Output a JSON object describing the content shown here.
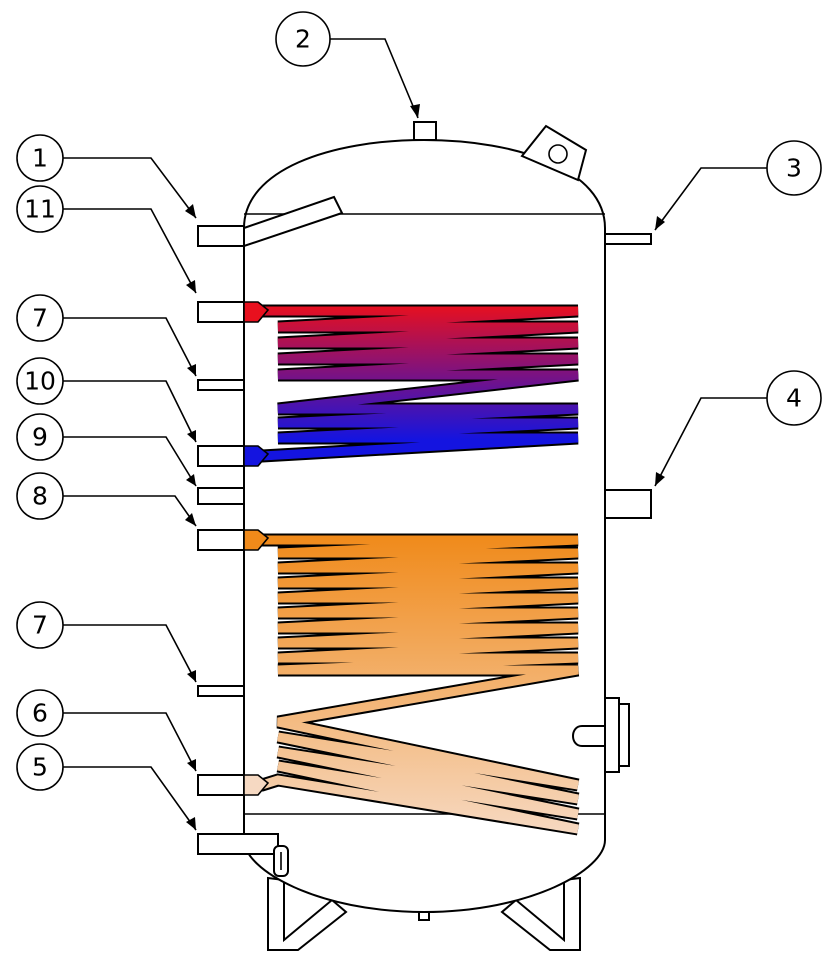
{
  "callouts": [
    {
      "id": "c1",
      "label": "1"
    },
    {
      "id": "c2",
      "label": "2"
    },
    {
      "id": "c3",
      "label": "3"
    },
    {
      "id": "c4",
      "label": "4"
    },
    {
      "id": "c5",
      "label": "5"
    },
    {
      "id": "c6",
      "label": "6"
    },
    {
      "id": "c7a",
      "label": "7"
    },
    {
      "id": "c7b",
      "label": "7"
    },
    {
      "id": "c8",
      "label": "8"
    },
    {
      "id": "c9",
      "label": "9"
    },
    {
      "id": "c10",
      "label": "10"
    },
    {
      "id": "c11",
      "label": "11"
    }
  ],
  "colors": {
    "upper_coil_inlet": "#e8101e",
    "upper_coil_outlet": "#1414e0",
    "lower_coil_inlet": "#f08a1a",
    "lower_coil_outlet": "#f6d9c2",
    "outline": "#000000"
  }
}
